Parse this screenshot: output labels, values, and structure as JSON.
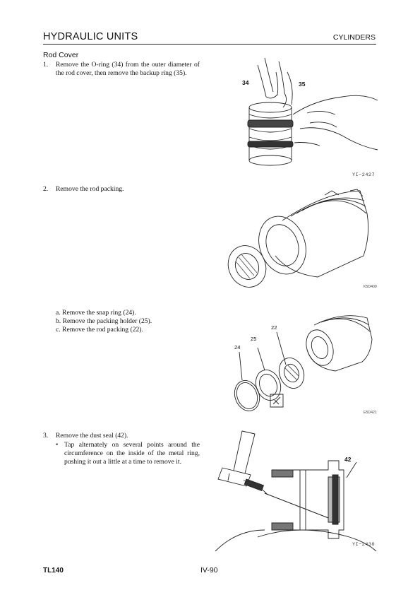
{
  "header": {
    "title": "HYDRAULIC UNITS",
    "section_right": "CYLINDERS"
  },
  "section": {
    "title": "Rod Cover"
  },
  "steps": [
    {
      "num": "1.",
      "text": "Remove the O-ring (34) from the outer diameter of the rod cover, then remove the backup ring (35)."
    },
    {
      "num": "2.",
      "text": "Remove the rod packing."
    },
    {
      "num": "3.",
      "text": "Remove the dust seal (42)."
    }
  ],
  "substeps": [
    {
      "text": "a. Remove the snap ring (24)."
    },
    {
      "text": "b. Remove the packing holder (25)."
    },
    {
      "text": "c. Remove the rod packing (22)."
    }
  ],
  "bullet": {
    "mark": "•",
    "text": "Tap alternately on several points around the circumference on the inside of the metal ring, pushing it out a little at a time to remove it."
  },
  "figures": [
    {
      "caption": "YI−2427",
      "callouts": [
        "34",
        "35"
      ]
    },
    {
      "caption": "K5D409",
      "callouts": []
    },
    {
      "caption": "E5D421",
      "callouts": [
        "22",
        "25",
        "24"
      ]
    },
    {
      "caption": "YI−2430",
      "callouts": [
        "42"
      ]
    }
  ],
  "footer": {
    "model": "TL140",
    "page": "IV-90"
  }
}
